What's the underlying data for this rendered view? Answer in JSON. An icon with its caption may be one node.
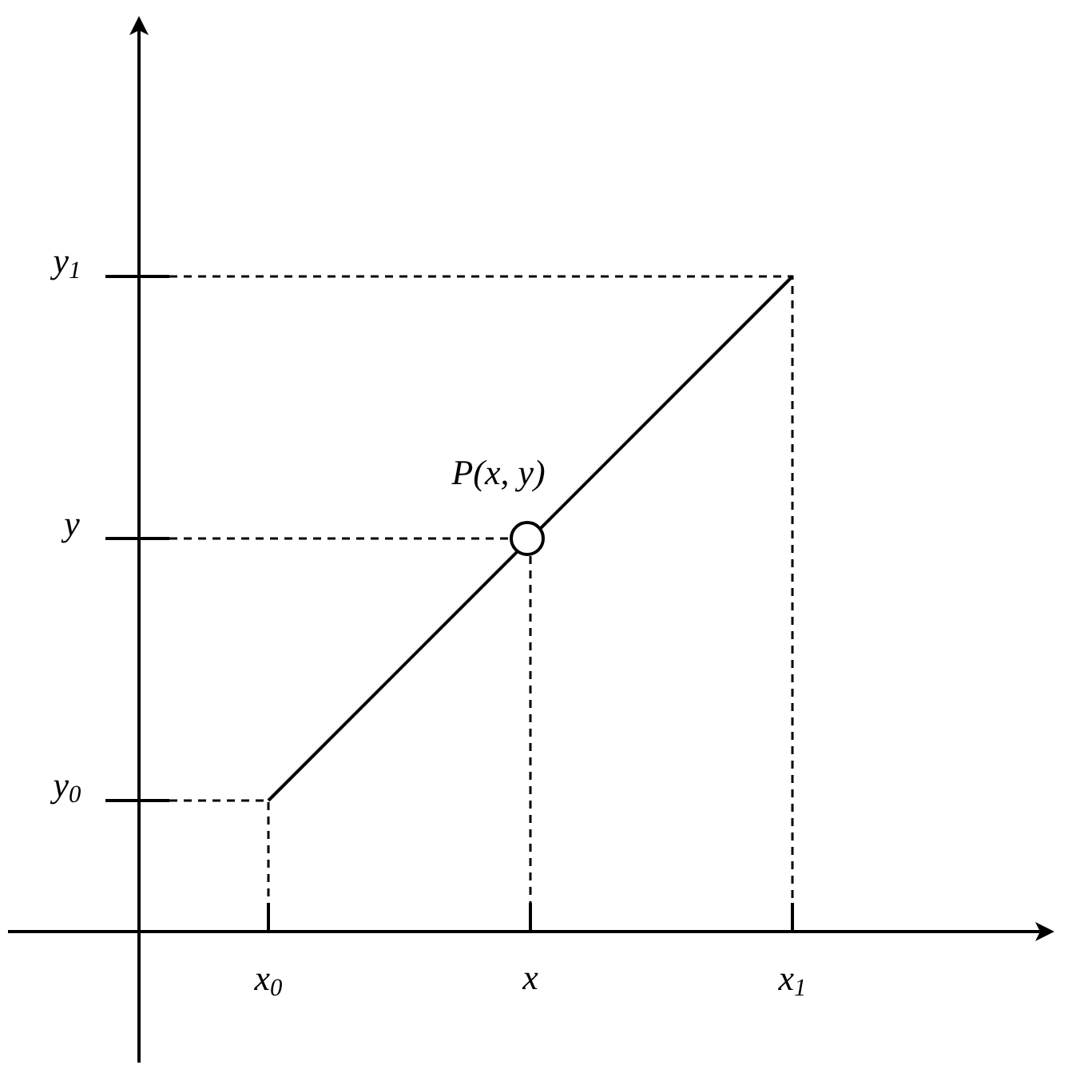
{
  "diagram": {
    "nodes": [
      {
        "text": [],
        "shape": "circle",
        "beside": [
          "P(x, y)"
        ]
      }
    ],
    "labels": [
      "y$_{1}$",
      "y",
      "y$_{0}$",
      "x$_{0}$",
      "x",
      "x$_{1}$"
    ]
  }
}
